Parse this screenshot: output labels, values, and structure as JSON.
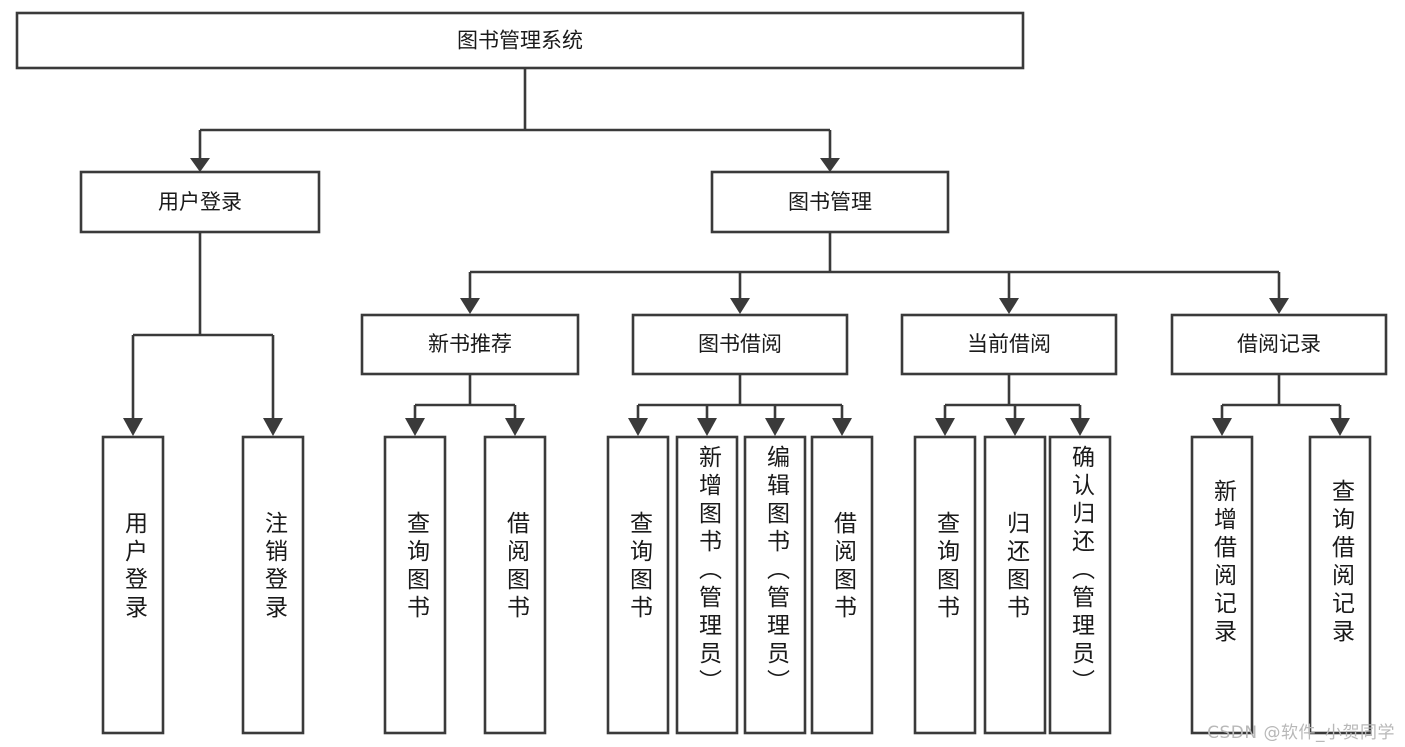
{
  "diagram": {
    "type": "tree",
    "title": "图书管理系统",
    "root": {
      "label": "图书管理系统",
      "level": 1
    },
    "level2": [
      {
        "label": "用户登录"
      },
      {
        "label": "图书管理"
      }
    ],
    "level3": [
      {
        "label": "新书推荐"
      },
      {
        "label": "图书借阅"
      },
      {
        "label": "当前借阅"
      },
      {
        "label": "借阅记录"
      }
    ],
    "leaves": {
      "user_login": [
        {
          "label": "用户登录"
        },
        {
          "label": "注销登录"
        }
      ],
      "new_book_recommend": [
        {
          "label": "查询图书"
        },
        {
          "label": "借阅图书"
        }
      ],
      "book_borrow": [
        {
          "label": "查询图书"
        },
        {
          "label": "新增图书（管理员）"
        },
        {
          "label": "编辑图书（管理员）"
        },
        {
          "label": "借阅图书"
        }
      ],
      "current_borrow": [
        {
          "label": "查询图书"
        },
        {
          "label": "归还图书"
        },
        {
          "label": "确认归还（管理员）"
        }
      ],
      "borrow_record": [
        {
          "label": "新增借阅记录"
        },
        {
          "label": "查询借阅记录"
        }
      ]
    }
  },
  "watermark": {
    "text": "CSDN @软件_小贺同学"
  },
  "colors": {
    "stroke": "#3a3a3a",
    "box_fill": "#ffffff",
    "text": "#1a1a1a",
    "background": "#ffffff",
    "watermark": "#b8b8b8"
  }
}
